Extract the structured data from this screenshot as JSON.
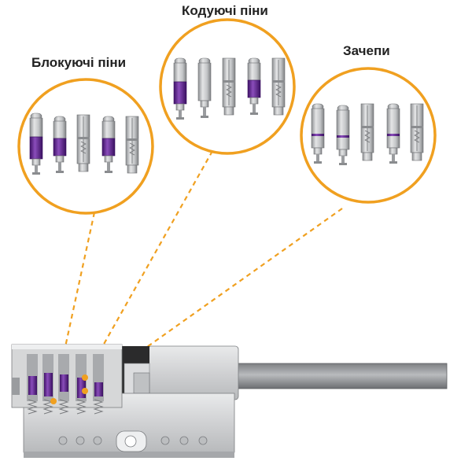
{
  "labels": {
    "locking_pins": "Блокуючі піни",
    "coding_pins": "Кодуючі піни",
    "hooks": "Зачепи"
  },
  "colors": {
    "callout_ring": "#F0A020",
    "accent_purple": "#6A2A9A",
    "pin_metal": "#B9BBBD",
    "pin_outline": "#6E7073",
    "cylinder_body": "#D3D4D5",
    "leader_line": "#F0A020"
  },
  "icons": {
    "callouts": "circle-callout",
    "connectors": "dashed-leader-line"
  }
}
